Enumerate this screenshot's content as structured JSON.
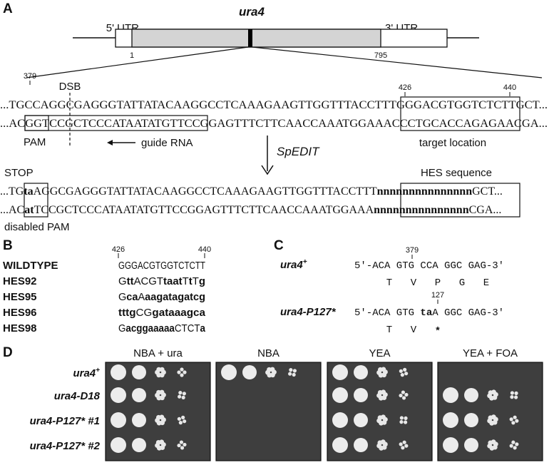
{
  "panels": {
    "a": "A",
    "b": "B",
    "c": "C",
    "d": "D"
  },
  "panel_a": {
    "gene_title": "ura4",
    "utr5": "5' UTR",
    "utr3": "3' UTR",
    "pos_start": "1",
    "pos_end": "795",
    "pos_379": "379",
    "pos_426": "426",
    "pos_440": "440",
    "dsb_label": "DSB",
    "seq_top_1": "...TGCCAGGCGAGGGTATTATACAAGGCCTCAAAGAAGTTGGTTTACCTTTGGGACGTGGTCTCTTGCT...",
    "seq_bot_1": "...ACGGTCCGCTCCCATAATATGTTCCGGAGTTTCTTCAACCAAATGGAAACCCTGCACCAGAGAACGA...",
    "pam_label": "PAM",
    "guide_label": "guide RNA",
    "target_label": "target location",
    "spedit_label": "SpEDIT",
    "stop_label": "STOP",
    "hes_seq_label": "HES sequence",
    "seq_top_2_pre": "...TG",
    "seq_top_2_mut": "ta",
    "seq_top_2_mid": "AGGCGAGGGTATTATACAAGGCCTCAAAGAAGTTGGTTTACCTTT",
    "seq_top_2_n": "nnnnnnnnnnnnnnn",
    "seq_top_2_post": "GCT...",
    "seq_bot_2_pre": "...AC",
    "seq_bot_2_mut": "at",
    "seq_bot_2_mid": "TCCGCTCCCATAATATGTTCCGGAGTTTCTTCAACCAAATGGAAA",
    "seq_bot_2_n": "nnnnnnnnnnnnnnn",
    "seq_bot_2_post": "CGA...",
    "disabled_pam_label": "disabled PAM"
  },
  "panel_b": {
    "pos_426": "426",
    "pos_440": "440",
    "rows": [
      {
        "name": "WILDTYPE",
        "parts": [
          [
            "GGGACGTGGTCTCTT",
            false
          ]
        ]
      },
      {
        "name": "HES92",
        "parts": [
          [
            "G",
            false
          ],
          [
            "tt",
            true
          ],
          [
            "ACGT",
            false
          ],
          [
            "taat",
            true
          ],
          [
            "T",
            false
          ],
          [
            "t",
            true
          ],
          [
            "T",
            false
          ],
          [
            "g",
            true
          ]
        ]
      },
      {
        "name": "HES95",
        "parts": [
          [
            "G",
            false
          ],
          [
            "ca",
            true
          ],
          [
            "A",
            false
          ],
          [
            "aagatagatcg",
            true
          ]
        ]
      },
      {
        "name": "HES96",
        "parts": [
          [
            "tttg",
            true
          ],
          [
            "CG",
            false
          ],
          [
            "gataaagca",
            true
          ]
        ]
      },
      {
        "name": "HES98",
        "parts": [
          [
            "G",
            false
          ],
          [
            "acggaaaaa",
            true
          ],
          [
            "CTCT",
            false
          ],
          [
            "a",
            true
          ]
        ]
      }
    ]
  },
  "panel_c": {
    "pos_379": "379",
    "pos_127": "127",
    "wt_label": "ura4",
    "wt_sup": "+",
    "wt_seq_pre": "5′-ACA GTG ",
    "wt_seq_codon": "CCA",
    "wt_seq_post": " GGC GAG-3′",
    "wt_aa": [
      "T",
      "V",
      "P",
      "G",
      "E"
    ],
    "mut_label": "ura4-P127*",
    "mut_seq_pre": "5′-ACA GTG ",
    "mut_seq_mut": "ta",
    "mut_seq_post": "A GGC GAG-3′",
    "mut_aa": [
      "T",
      "V",
      "*"
    ]
  },
  "panel_d": {
    "media": [
      "NBA + ura",
      "NBA",
      "YEA",
      "YEA + FOA"
    ],
    "strains": [
      {
        "name": "ura4",
        "sup": "+"
      },
      {
        "name": "ura4-D18",
        "sup": ""
      },
      {
        "name": "ura4-P127* #1",
        "sup": ""
      },
      {
        "name": "ura4-P127* #2",
        "sup": ""
      }
    ],
    "plate_bg": "#3e3e3e",
    "growth": [
      [
        [
          1,
          1,
          1,
          1
        ],
        [
          1,
          1,
          1,
          1
        ],
        [
          1,
          1,
          1,
          1
        ],
        [
          1,
          1,
          1,
          1
        ]
      ],
      [
        [
          1,
          1,
          1,
          1
        ],
        [
          0,
          0,
          0,
          0
        ],
        [
          0,
          0,
          0,
          0
        ],
        [
          0,
          0,
          0,
          0
        ]
      ],
      [
        [
          1,
          1,
          1,
          1
        ],
        [
          1,
          1,
          1,
          1
        ],
        [
          1,
          1,
          1,
          1
        ],
        [
          1,
          1,
          1,
          1
        ]
      ],
      [
        [
          0,
          0,
          0,
          0
        ],
        [
          1,
          1,
          1,
          1
        ],
        [
          1,
          1,
          1,
          1
        ],
        [
          1,
          1,
          1,
          1
        ]
      ]
    ]
  }
}
